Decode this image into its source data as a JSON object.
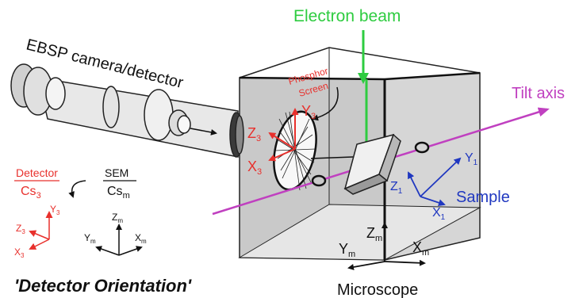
{
  "labels": {
    "electron_beam": "Electron beam",
    "ebsp_camera": "EBSP camera/detector",
    "phosphor_line1": "Phosphor",
    "phosphor_line2": "Screen",
    "tilt_axis": "Tilt axis",
    "sample": "Sample",
    "microscope": "Microscope",
    "detector_orientation": "'Detector Orientation'",
    "legend_detector": "Detector",
    "legend_sem": "SEM",
    "legend_cs": "Cs",
    "legend_cs3_sub": "3",
    "legend_csm_sub": "m"
  },
  "axes": {
    "detector": {
      "x": "X",
      "y": "Y",
      "z": "Z",
      "sub": "3"
    },
    "microscope": {
      "x": "X",
      "y": "Y",
      "z": "Z",
      "sub": "m"
    },
    "sample": {
      "x": "X",
      "y": "Y",
      "z": "Z",
      "sub": "1"
    }
  },
  "colors": {
    "electron_beam": "#2ecc40",
    "tilt_axis": "#c040c0",
    "detector": "#e8302c",
    "sample": "#2038c0",
    "phosphor_text": "#e8302c",
    "chamber_face": "#c8c8c8",
    "chamber_side": "#d4d4d4",
    "chamber_floor": "#e2e2e2"
  }
}
